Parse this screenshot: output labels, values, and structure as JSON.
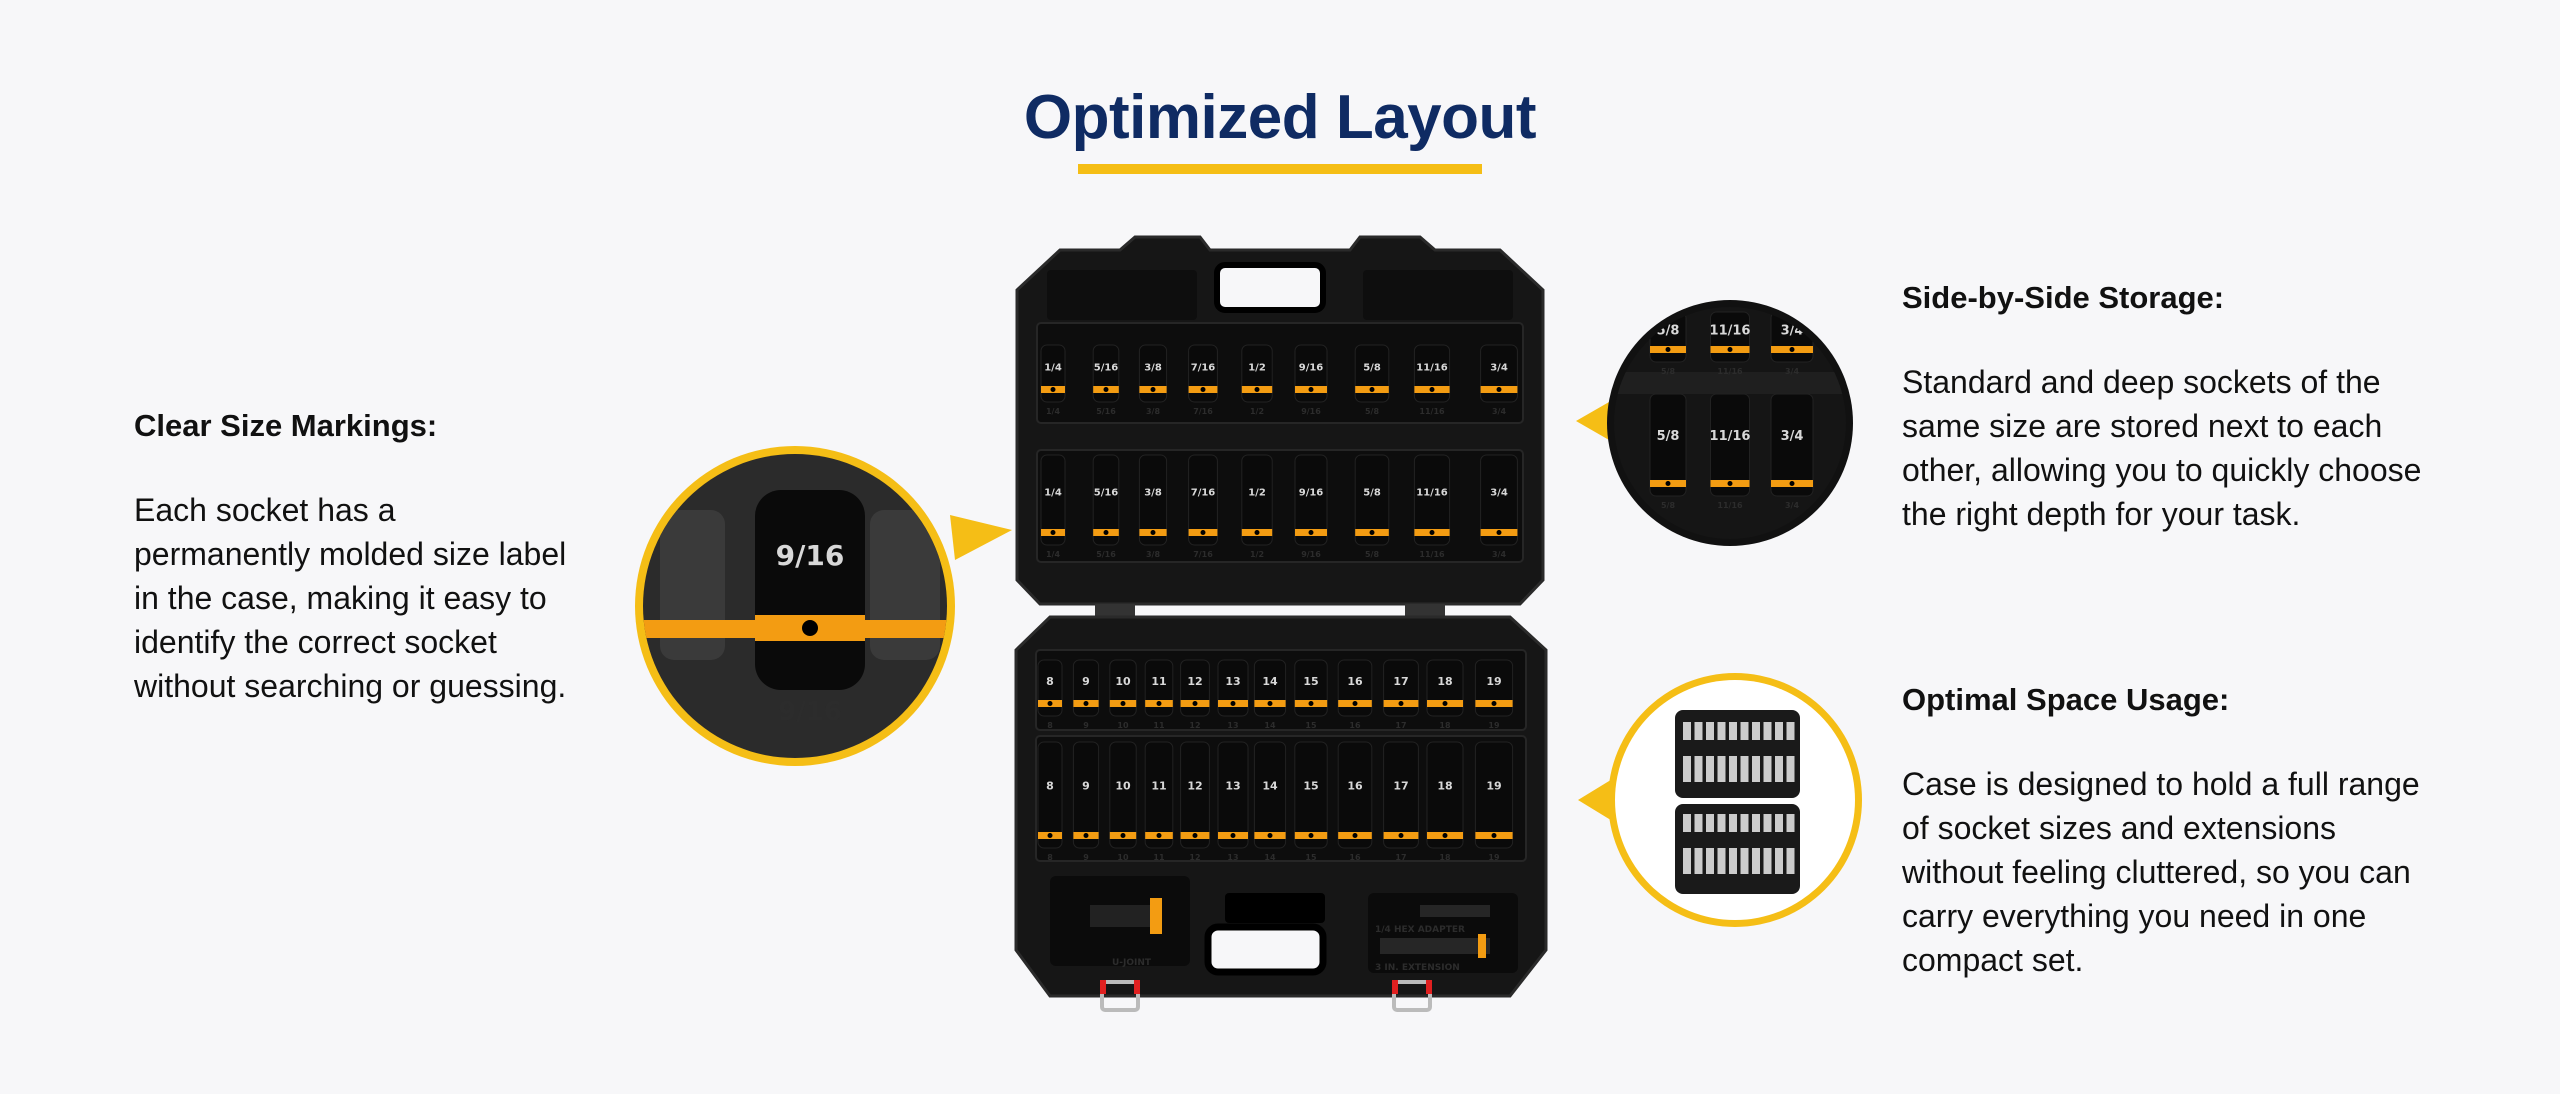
{
  "header": {
    "title": "Optimized Layout"
  },
  "colors": {
    "title": "#0f2b63",
    "accent": "#f5be16",
    "case": "#151515",
    "band": "#f39c12"
  },
  "features": [
    {
      "heading": "Clear Size Markings:",
      "body": "Each socket has a permanently molded size label in the case, making it easy to identify the correct socket without searching or guessing."
    },
    {
      "heading": "Side-by-Side Storage:",
      "body": "Standard and deep sockets of the same size are stored next to each other, allowing you to quickly choose the right depth for your task."
    },
    {
      "heading": "Optimal Space Usage:",
      "body": "Case is designed to hold a full range of socket sizes and extensions without feeling cluttered, so you can carry everything you need in one compact set."
    }
  ],
  "case": {
    "sae_sizes": [
      "1/4",
      "5/16",
      "3/8",
      "7/16",
      "1/2",
      "9/16",
      "5/8",
      "11/16",
      "3/4"
    ],
    "metric_sizes": [
      "8",
      "9",
      "10",
      "11",
      "12",
      "13",
      "14",
      "15",
      "16",
      "17",
      "18",
      "19"
    ],
    "accessories": {
      "u_joint": "U-JOINT",
      "hex_adapter": "1/4 HEX ADAPTER",
      "extension": "3 IN. EXTENSION"
    }
  },
  "callouts": {
    "markings": {
      "socket_label": "9/16",
      "slot_label": "9/16"
    },
    "storage": {
      "sizes": [
        "5/8",
        "11/16",
        "3/4"
      ]
    }
  }
}
